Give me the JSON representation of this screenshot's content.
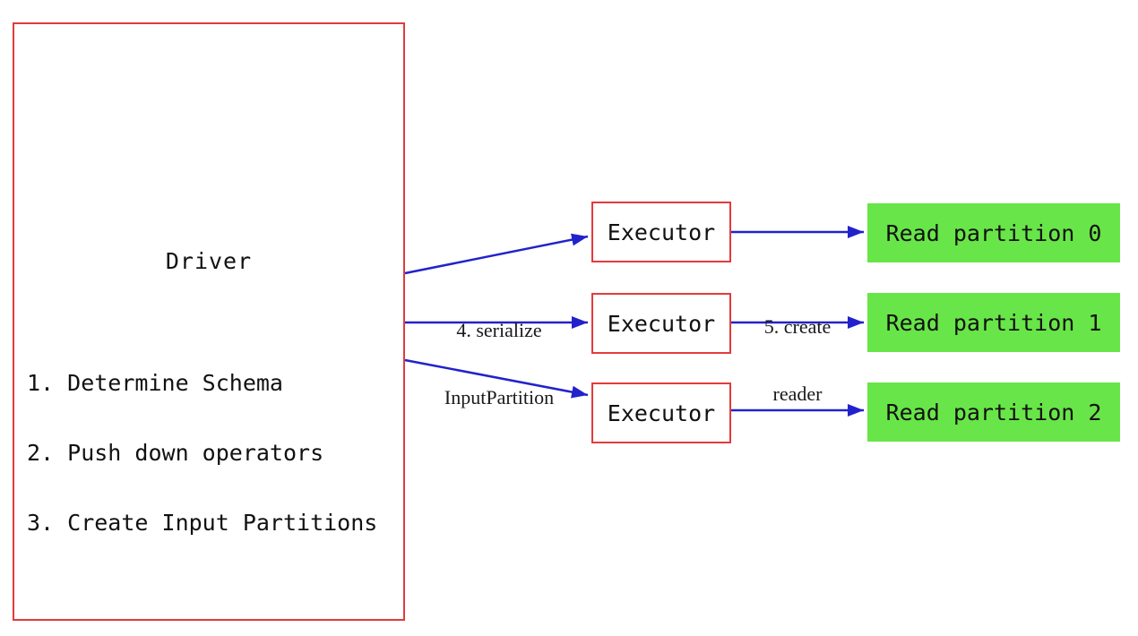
{
  "colors": {
    "red": "#e23b3b",
    "blue": "#2222cc",
    "green": "#68e548",
    "text": "#111111"
  },
  "driver": {
    "title": "Driver",
    "steps": [
      "1. Determine Schema",
      "2. Push down operators",
      "3. Create Input Partitions"
    ]
  },
  "executors": [
    {
      "label": "Executor"
    },
    {
      "label": "Executor"
    },
    {
      "label": "Executor"
    }
  ],
  "partitions": [
    {
      "label": "Read partition 0"
    },
    {
      "label": "Read partition 1"
    },
    {
      "label": "Read partition 2"
    }
  ],
  "arrow_labels": {
    "serialize": {
      "line1": "4. serialize",
      "line2": "InputPartition"
    },
    "reader": {
      "line1": "5. create",
      "line2": "reader"
    }
  }
}
